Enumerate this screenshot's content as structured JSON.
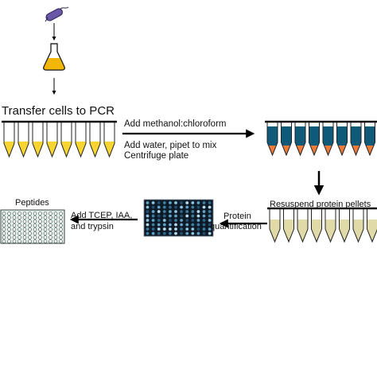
{
  "colors": {
    "culture": "#f2b705",
    "yellow_fill": "#f6d431",
    "blue_fill": "#0e5a78",
    "orange_pellet": "#ef7b3b",
    "beige_fill": "#e0d9a8",
    "plate_bg": "#0e1a26",
    "plate_wells": "#4f8fb3",
    "peptide_plate": "#e6f3ef",
    "bacterium": "#6b57a8",
    "arrow": "#000000"
  },
  "icons": {
    "bacterium": "bacterium-icon",
    "flask": "erlenmeyer-flask-icon"
  },
  "steps": {
    "transfer": "Transfer cells to PCR",
    "add_methanol": "Add methanol:chloroform",
    "add_water": "Add water, pipet to mix",
    "centrifuge": "Centrifuge plate",
    "resuspend": "Resuspend protein pellets",
    "protein_quant_line1": "Protein",
    "protein_quant_line2": "quantification",
    "add_tcep_line1": "Add TCEP, IAA,",
    "add_tcep_line2": "and trypsin",
    "peptides": "Peptides"
  },
  "tube_rows": [
    {
      "name": "yellow-tube-row",
      "tubes": 8
    },
    {
      "name": "blue-tube-row",
      "tubes": 8
    },
    {
      "name": "beige-tube-row",
      "tubes": 8
    }
  ]
}
